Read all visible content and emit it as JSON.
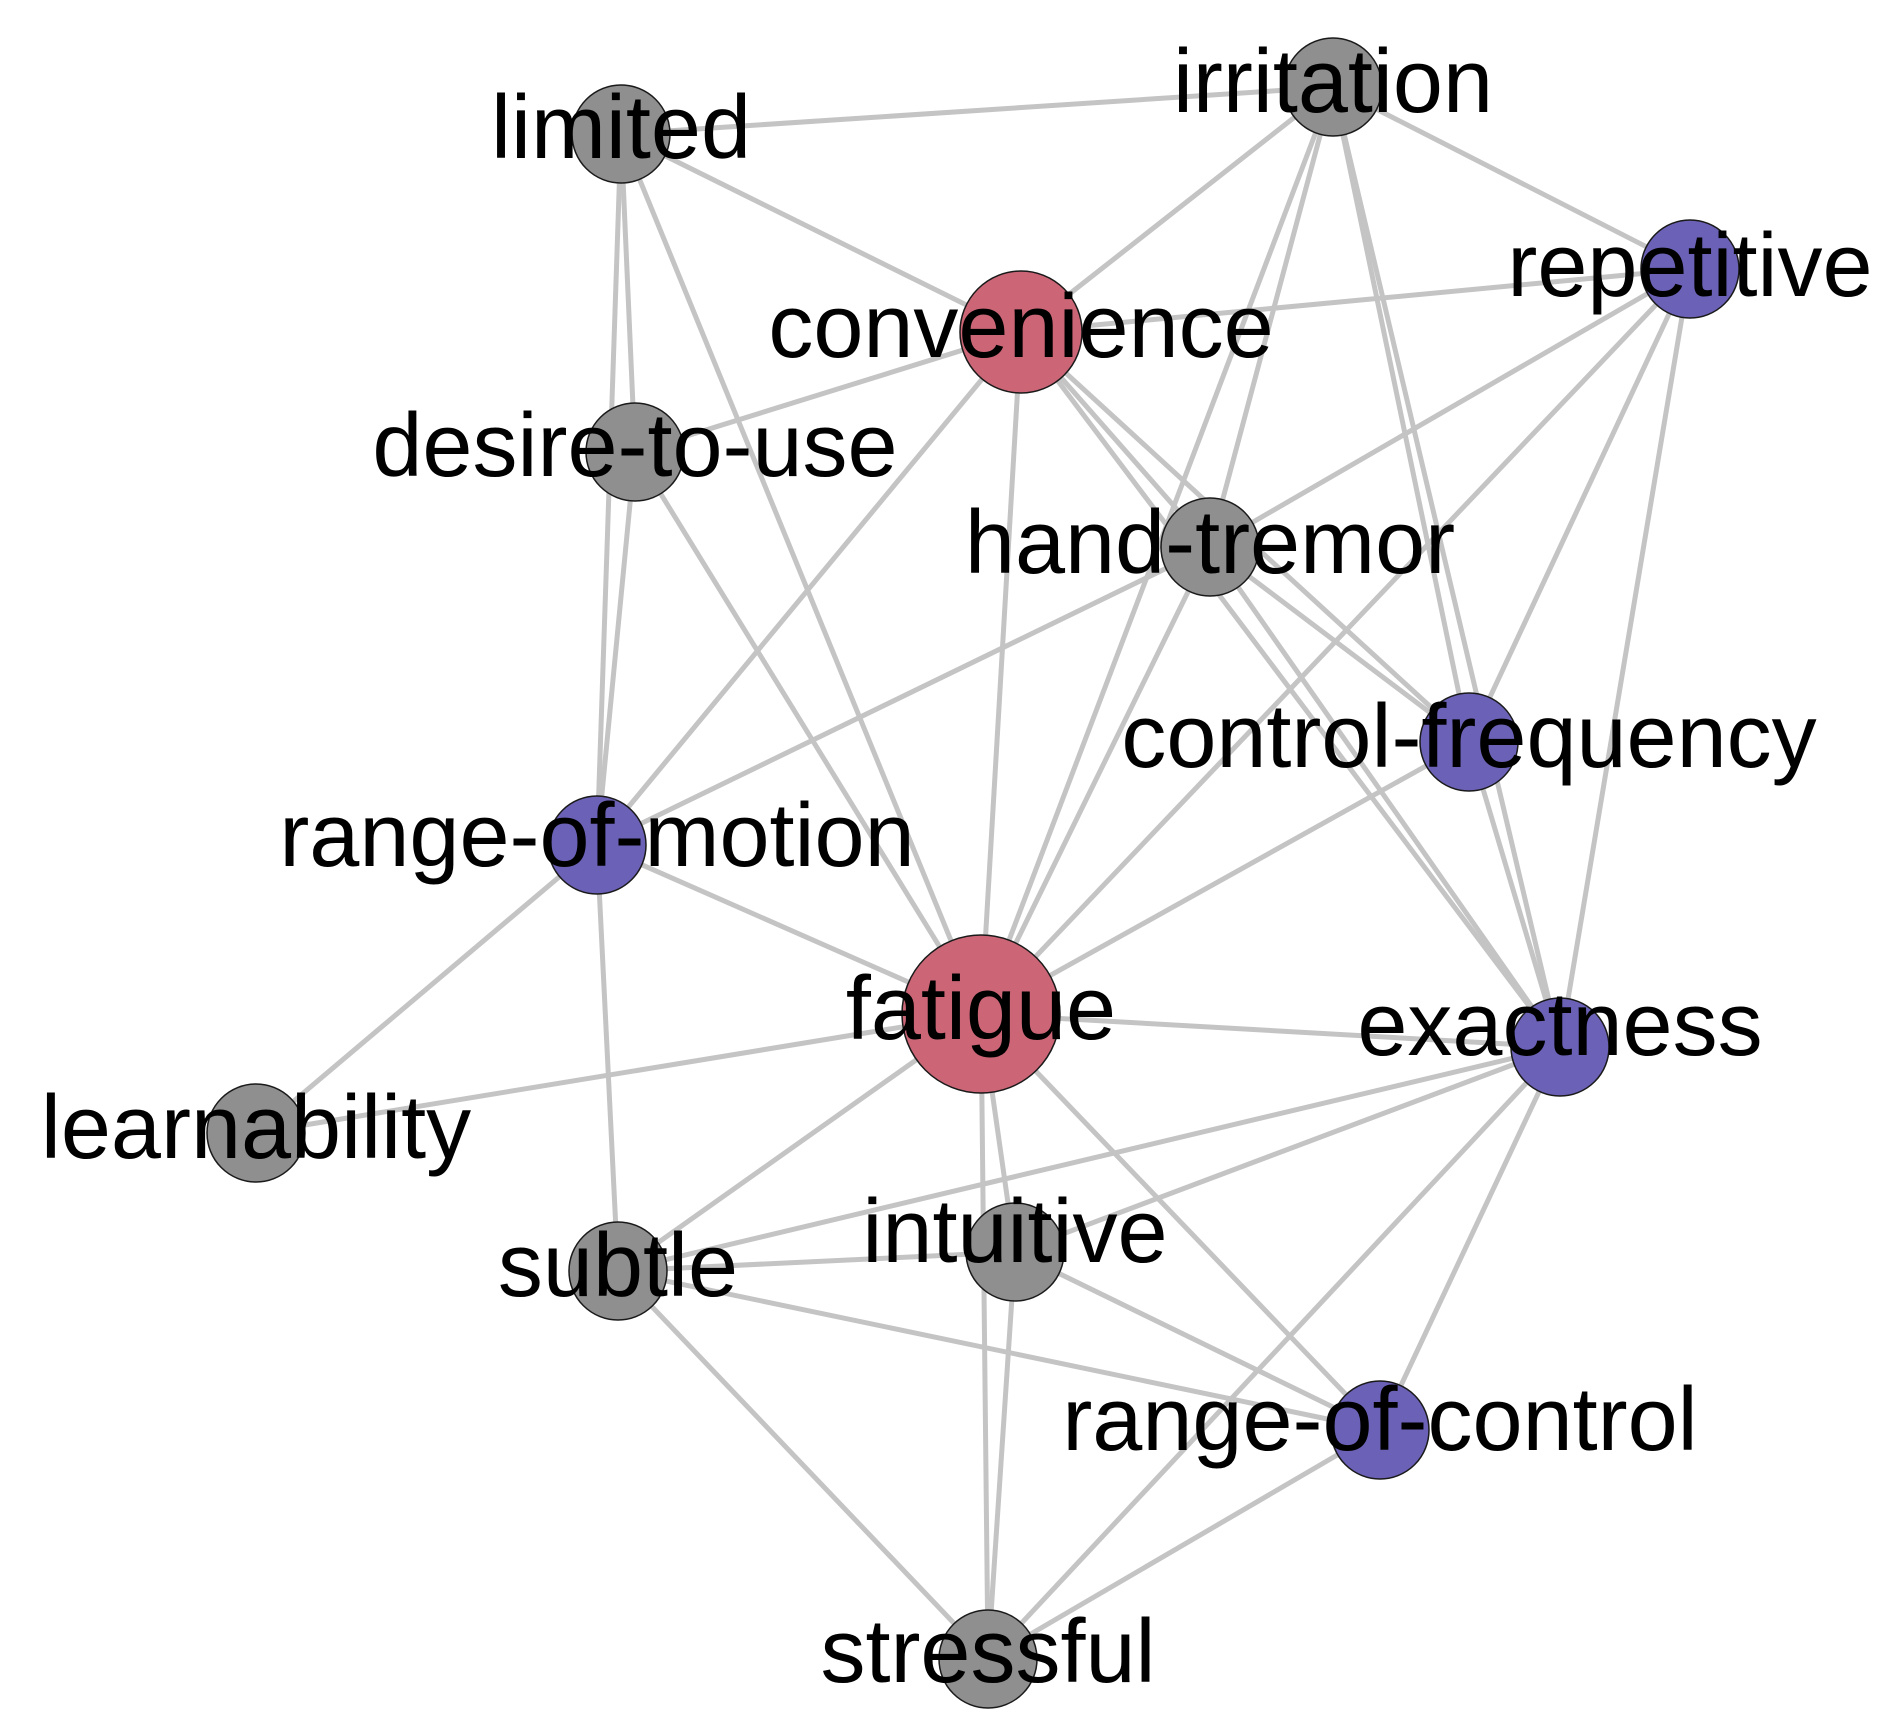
{
  "colors": {
    "gray": "#8f8f8f",
    "pink": "#cc6677",
    "purple": "#6b62b8",
    "edge": "#c4c4c4"
  },
  "nodes": [
    {
      "id": "limited",
      "label": "limited",
      "color": "gray",
      "size": "small"
    },
    {
      "id": "irritation",
      "label": "irritation",
      "color": "gray",
      "size": "small"
    },
    {
      "id": "repetitive",
      "label": "repetitive",
      "color": "purple",
      "size": "small"
    },
    {
      "id": "convenience",
      "label": "convenience",
      "color": "pink",
      "size": "medium"
    },
    {
      "id": "desire-to-use",
      "label": "desire-to-use",
      "color": "gray",
      "size": "small"
    },
    {
      "id": "hand-tremor",
      "label": "hand-tremor",
      "color": "gray",
      "size": "small"
    },
    {
      "id": "control-frequency",
      "label": "control-frequency",
      "color": "purple",
      "size": "small"
    },
    {
      "id": "range-of-motion",
      "label": "range-of-motion",
      "color": "purple",
      "size": "small"
    },
    {
      "id": "fatigue",
      "label": "fatigue",
      "color": "pink",
      "size": "large"
    },
    {
      "id": "exactness",
      "label": "exactness",
      "color": "purple",
      "size": "small"
    },
    {
      "id": "learnability",
      "label": "learnability",
      "color": "gray",
      "size": "small"
    },
    {
      "id": "intuitive",
      "label": "intuitive",
      "color": "gray",
      "size": "small"
    },
    {
      "id": "subtle",
      "label": "subtle",
      "color": "gray",
      "size": "small"
    },
    {
      "id": "range-of-control",
      "label": "range-of-control",
      "color": "purple",
      "size": "small"
    },
    {
      "id": "stressful",
      "label": "stressful",
      "color": "gray",
      "size": "small"
    }
  ],
  "edges": [
    [
      "limited",
      "irritation"
    ],
    [
      "limited",
      "convenience"
    ],
    [
      "limited",
      "desire-to-use"
    ],
    [
      "limited",
      "range-of-motion"
    ],
    [
      "limited",
      "fatigue"
    ],
    [
      "irritation",
      "repetitive"
    ],
    [
      "irritation",
      "convenience"
    ],
    [
      "irritation",
      "hand-tremor"
    ],
    [
      "irritation",
      "control-frequency"
    ],
    [
      "irritation",
      "exactness"
    ],
    [
      "irritation",
      "fatigue"
    ],
    [
      "repetitive",
      "convenience"
    ],
    [
      "repetitive",
      "hand-tremor"
    ],
    [
      "repetitive",
      "control-frequency"
    ],
    [
      "repetitive",
      "exactness"
    ],
    [
      "repetitive",
      "fatigue"
    ],
    [
      "convenience",
      "desire-to-use"
    ],
    [
      "convenience",
      "hand-tremor"
    ],
    [
      "convenience",
      "control-frequency"
    ],
    [
      "convenience",
      "exactness"
    ],
    [
      "convenience",
      "range-of-motion"
    ],
    [
      "convenience",
      "fatigue"
    ],
    [
      "desire-to-use",
      "range-of-motion"
    ],
    [
      "desire-to-use",
      "fatigue"
    ],
    [
      "hand-tremor",
      "control-frequency"
    ],
    [
      "hand-tremor",
      "exactness"
    ],
    [
      "hand-tremor",
      "fatigue"
    ],
    [
      "hand-tremor",
      "range-of-motion"
    ],
    [
      "control-frequency",
      "exactness"
    ],
    [
      "control-frequency",
      "fatigue"
    ],
    [
      "range-of-motion",
      "fatigue"
    ],
    [
      "range-of-motion",
      "learnability"
    ],
    [
      "range-of-motion",
      "subtle"
    ],
    [
      "fatigue",
      "exactness"
    ],
    [
      "fatigue",
      "learnability"
    ],
    [
      "fatigue",
      "subtle"
    ],
    [
      "fatigue",
      "intuitive"
    ],
    [
      "fatigue",
      "range-of-control"
    ],
    [
      "fatigue",
      "stressful"
    ],
    [
      "exactness",
      "intuitive"
    ],
    [
      "exactness",
      "subtle"
    ],
    [
      "exactness",
      "range-of-control"
    ],
    [
      "exactness",
      "stressful"
    ],
    [
      "intuitive",
      "subtle"
    ],
    [
      "intuitive",
      "range-of-control"
    ],
    [
      "intuitive",
      "stressful"
    ],
    [
      "subtle",
      "range-of-control"
    ],
    [
      "subtle",
      "stressful"
    ],
    [
      "range-of-control",
      "stressful"
    ]
  ]
}
